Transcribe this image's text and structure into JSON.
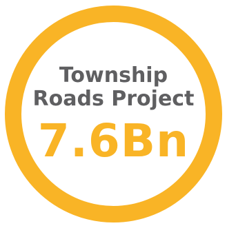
{
  "badge": {
    "title_line_1": "Township",
    "title_line_2": "Roads Project",
    "value": "7.6Bn"
  },
  "colors": {
    "ring": "#F9B426",
    "title": "#5F5F61",
    "value": "#F9B426",
    "background": "#FFFFFF"
  }
}
